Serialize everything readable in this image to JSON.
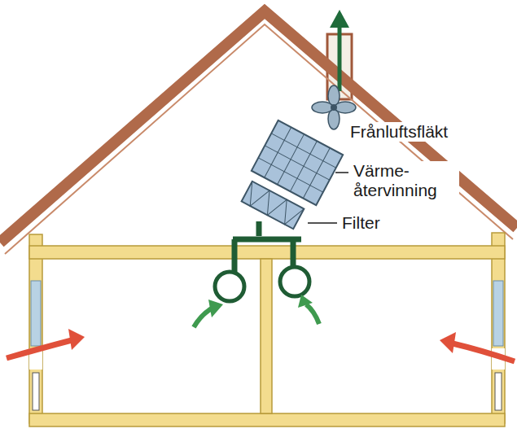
{
  "diagram": {
    "labels": [
      "Frånluftsfläkt",
      "Värme- återvinning",
      "Filter"
    ]
  }
}
